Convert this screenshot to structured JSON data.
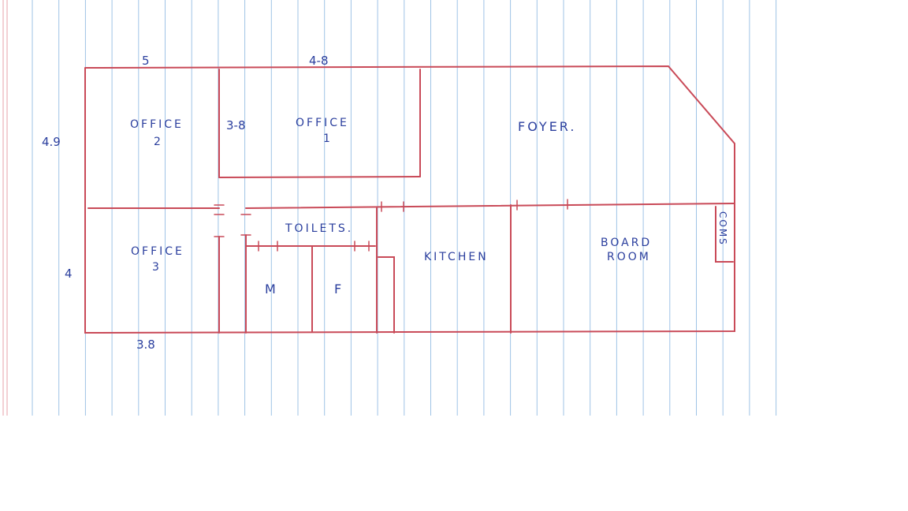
{
  "rooms": {
    "office2": [
      "OFFICE",
      "2"
    ],
    "office1": [
      "OFFICE",
      "1"
    ],
    "foyer": "FOYER.",
    "office3": [
      "OFFICE",
      "3"
    ],
    "toilets": "TOILETS.",
    "male": "M",
    "female": "F",
    "kitchen": "KITCHEN",
    "boardroom": [
      "BOARD",
      "ROOM"
    ],
    "coms": "COMS"
  },
  "dimensions": {
    "top_left": "5",
    "top_mid": "4-8",
    "left_upper": "4.9",
    "office_divider": "3-8",
    "left_lower": "4",
    "bottom": "3.8"
  },
  "colors": {
    "wall": "#c94a58",
    "text": "#2b3f9e",
    "rule": "#9fc3e6"
  }
}
